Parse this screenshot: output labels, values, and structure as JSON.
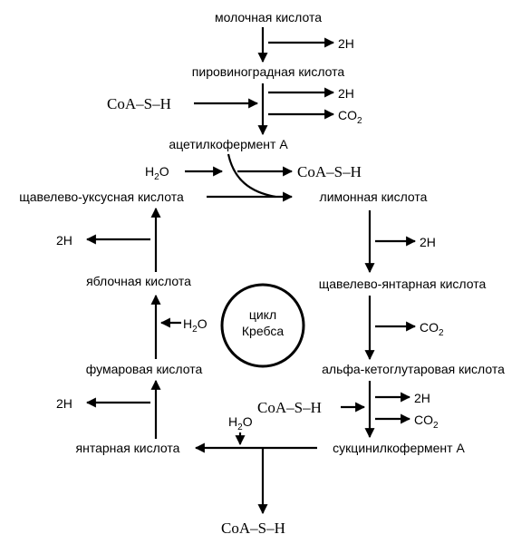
{
  "compounds": {
    "lactic": "молочная кислота",
    "pyruvic": "пировиноградная кислота",
    "acetyl_coa": "ацетилкофермент А",
    "oxaloacetic": "щавелево-уксусная кислота",
    "citric": "лимонная кислота",
    "oxalosuccinic": "щавелево-янтарная кислота",
    "malic": "яблочная кислота",
    "fumaric": "фумаровая кислота",
    "alpha_ketoglutaric": "альфа-кетоглутаровая кислота",
    "succinic": "янтарная кислота",
    "succinyl_coa": "сукцинилкофермент А"
  },
  "cycle": {
    "line1": "цикл",
    "line2": "Кребса"
  },
  "reagents": {
    "coa_sh": "CoA–S–H",
    "two_h": "2H",
    "co": "CO",
    "co_sub": "2",
    "h": "H",
    "h_sub": "2",
    "o": "O"
  }
}
